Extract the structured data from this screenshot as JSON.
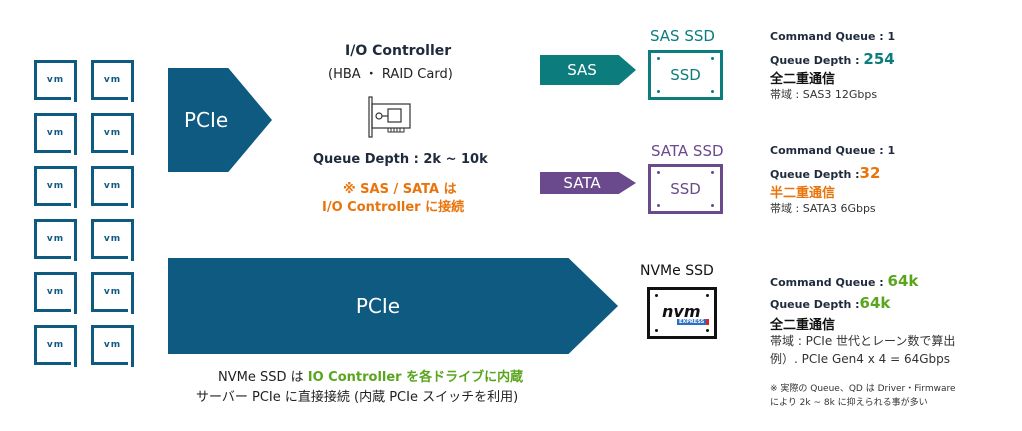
{
  "colors": {
    "pcie": "#0e5a80",
    "sas": "#0c7c7c",
    "sata": "#6a4a8c",
    "orange": "#e8740c",
    "green": "#5aa51e",
    "dark": "#1f2a3c"
  },
  "vm_grid": {
    "label": "vm",
    "rows": 6,
    "cols": 2
  },
  "pcie_short": {
    "label": "PCIe"
  },
  "io_controller": {
    "title": "I/O Controller",
    "subtitle": "(HBA ・ RAID Card)",
    "icon": "pci-card-icon",
    "queue_depth": "Queue Depth : 2k ~  10k",
    "note_line1": "※ SAS / SATA は",
    "note_line2": "I/O Controller に接続"
  },
  "sas": {
    "arrow_label": "SAS",
    "ssd_title": "SAS SSD",
    "ssd_label": "SSD",
    "command_queue": "Command Queue : 1",
    "qd_prefix": "Queue Depth : ",
    "qd_value": "254",
    "duplex": "全二重通信",
    "bandwidth": "帯域 : SAS3 12Gbps"
  },
  "sata": {
    "arrow_label": "SATA",
    "ssd_title": "SATA SSD",
    "ssd_label": "SSD",
    "command_queue": "Command Queue : 1",
    "qd_prefix": "Queue Depth :",
    "qd_value": "32",
    "duplex": "半二重通信",
    "bandwidth": "帯域 : SATA3 6Gbps"
  },
  "nvme": {
    "arrow_label": "PCIe",
    "ssd_title": "NVMe SSD",
    "logo_text": "nvm",
    "logo_sub": "EXPRESS",
    "cq_prefix": "Command Queue : ",
    "cq_value": "64k",
    "qd_prefix": "Queue Depth :",
    "qd_value": "64k",
    "duplex": "全二重通信",
    "bandwidth1": "帯域 : PCIe 世代とレーン数で算出",
    "bandwidth2": "例）. PCIe Gen4 x 4 = 64Gbps",
    "footnote1": "※ 実際の Queue、QD は Driver・Firmware",
    "footnote2": "により 2k ~ 8k に抑えられる事が多い"
  },
  "bottom_note": {
    "line1_prefix": "NVMe  SSD は ",
    "line1_highlight": "IO Controller を各ドライブに内蔵",
    "line2": "サーバー PCIe に直接接続 (内蔵 PCIe スイッチを利用)"
  }
}
